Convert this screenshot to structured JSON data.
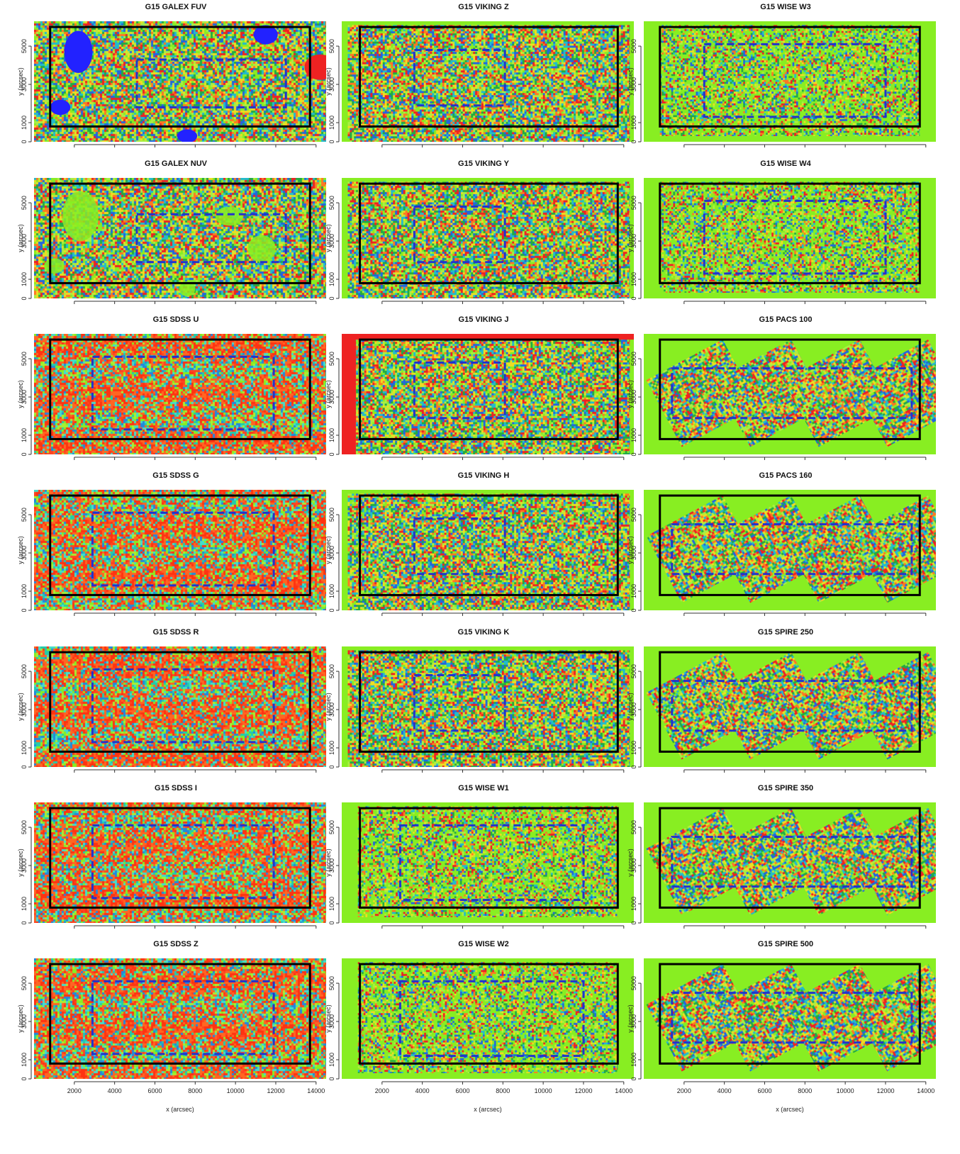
{
  "figure": {
    "colors": {
      "footprint": "#000000",
      "inner_region": "#2233cc",
      "background_fill": "#88ee22"
    },
    "xlabel": "x (arcsec)",
    "ylabel": "y (arcsec)",
    "x_ticks": [
      2000,
      4000,
      6000,
      8000,
      10000,
      12000,
      14000
    ],
    "y_ticks": [
      0,
      1000,
      3000,
      5000
    ]
  },
  "chart_data": [
    {
      "type": "heatmap",
      "title": "G15 GALEX FUV",
      "style": "galex_fuv",
      "xlim": [
        0,
        14500
      ],
      "ylim": [
        0,
        6300
      ],
      "footprint_rect": {
        "x": [
          800,
          13700
        ],
        "y": [
          800,
          6000
        ]
      },
      "inner_rect": {
        "x": [
          5100,
          12500
        ],
        "y": [
          1800,
          4300
        ]
      }
    },
    {
      "type": "heatmap",
      "title": "G15 GALEX NUV",
      "style": "galex_nuv",
      "xlim": [
        0,
        14500
      ],
      "ylim": [
        0,
        6300
      ],
      "footprint_rect": {
        "x": [
          800,
          13700
        ],
        "y": [
          800,
          6000
        ]
      },
      "inner_rect": {
        "x": [
          5100,
          12500
        ],
        "y": [
          1900,
          4400
        ]
      }
    },
    {
      "type": "heatmap",
      "title": "G15 SDSS U",
      "style": "sdss",
      "xlim": [
        0,
        14500
      ],
      "ylim": [
        0,
        6300
      ],
      "footprint_rect": {
        "x": [
          800,
          13700
        ],
        "y": [
          800,
          6000
        ]
      },
      "inner_rect": {
        "x": [
          2900,
          11900
        ],
        "y": [
          1300,
          5100
        ]
      }
    },
    {
      "type": "heatmap",
      "title": "G15 SDSS G",
      "style": "sdss",
      "xlim": [
        0,
        14500
      ],
      "ylim": [
        0,
        6300
      ],
      "footprint_rect": {
        "x": [
          800,
          13700
        ],
        "y": [
          800,
          6000
        ]
      },
      "inner_rect": {
        "x": [
          2900,
          11900
        ],
        "y": [
          1300,
          5100
        ]
      }
    },
    {
      "type": "heatmap",
      "title": "G15 SDSS R",
      "style": "sdss",
      "xlim": [
        0,
        14500
      ],
      "ylim": [
        0,
        6300
      ],
      "footprint_rect": {
        "x": [
          800,
          13700
        ],
        "y": [
          800,
          6000
        ]
      },
      "inner_rect": {
        "x": [
          2900,
          11900
        ],
        "y": [
          1300,
          5100
        ]
      }
    },
    {
      "type": "heatmap",
      "title": "G15 SDSS I",
      "style": "sdss",
      "xlim": [
        0,
        14500
      ],
      "ylim": [
        0,
        6300
      ],
      "footprint_rect": {
        "x": [
          800,
          13700
        ],
        "y": [
          800,
          6000
        ]
      },
      "inner_rect": {
        "x": [
          2900,
          11900
        ],
        "y": [
          1300,
          5100
        ]
      }
    },
    {
      "type": "heatmap",
      "title": "G15 SDSS Z",
      "style": "sdss",
      "xlim": [
        0,
        14500
      ],
      "ylim": [
        0,
        6300
      ],
      "footprint_rect": {
        "x": [
          800,
          13700
        ],
        "y": [
          800,
          6000
        ]
      },
      "inner_rect": {
        "x": [
          2900,
          11900
        ],
        "y": [
          1300,
          5100
        ]
      }
    },
    {
      "type": "heatmap",
      "title": "G15 VIKING Z",
      "style": "viking",
      "xlim": [
        0,
        14500
      ],
      "ylim": [
        0,
        6300
      ],
      "footprint_rect": {
        "x": [
          900,
          13700
        ],
        "y": [
          800,
          6000
        ]
      },
      "inner_rect": {
        "x": [
          3600,
          8100
        ],
        "y": [
          1900,
          4800
        ]
      }
    },
    {
      "type": "heatmap",
      "title": "G15 VIKING Y",
      "style": "viking",
      "xlim": [
        0,
        14500
      ],
      "ylim": [
        0,
        6300
      ],
      "footprint_rect": {
        "x": [
          900,
          13700
        ],
        "y": [
          800,
          6000
        ]
      },
      "inner_rect": {
        "x": [
          3600,
          8100
        ],
        "y": [
          1900,
          4800
        ]
      }
    },
    {
      "type": "heatmap",
      "title": "G15 VIKING J",
      "style": "viking_j",
      "xlim": [
        0,
        14500
      ],
      "ylim": [
        0,
        6300
      ],
      "footprint_rect": {
        "x": [
          900,
          13700
        ],
        "y": [
          800,
          6000
        ]
      },
      "inner_rect": {
        "x": [
          3600,
          8100
        ],
        "y": [
          1900,
          4800
        ]
      }
    },
    {
      "type": "heatmap",
      "title": "G15 VIKING H",
      "style": "viking",
      "xlim": [
        0,
        14500
      ],
      "ylim": [
        0,
        6300
      ],
      "footprint_rect": {
        "x": [
          900,
          13700
        ],
        "y": [
          800,
          6000
        ]
      },
      "inner_rect": {
        "x": [
          3600,
          8100
        ],
        "y": [
          1900,
          4800
        ]
      }
    },
    {
      "type": "heatmap",
      "title": "G15 VIKING K",
      "style": "viking",
      "xlim": [
        0,
        14500
      ],
      "ylim": [
        0,
        6300
      ],
      "footprint_rect": {
        "x": [
          900,
          13700
        ],
        "y": [
          800,
          6000
        ]
      },
      "inner_rect": {
        "x": [
          3600,
          8100
        ],
        "y": [
          1900,
          4800
        ]
      }
    },
    {
      "type": "heatmap",
      "title": "G15 WISE W1",
      "style": "wise",
      "xlim": [
        0,
        14500
      ],
      "ylim": [
        0,
        6300
      ],
      "footprint_rect": {
        "x": [
          900,
          13700
        ],
        "y": [
          800,
          6000
        ]
      },
      "inner_rect": {
        "x": [
          2900,
          12000
        ],
        "y": [
          1200,
          5100
        ]
      }
    },
    {
      "type": "heatmap",
      "title": "G15 WISE W2",
      "style": "wise",
      "xlim": [
        0,
        14500
      ],
      "ylim": [
        0,
        6300
      ],
      "footprint_rect": {
        "x": [
          900,
          13700
        ],
        "y": [
          800,
          6000
        ]
      },
      "inner_rect": {
        "x": [
          2900,
          12000
        ],
        "y": [
          1200,
          5100
        ]
      }
    },
    {
      "type": "heatmap",
      "title": "G15 WISE W3",
      "style": "wise",
      "xlim": [
        0,
        14500
      ],
      "ylim": [
        0,
        6300
      ],
      "footprint_rect": {
        "x": [
          800,
          13700
        ],
        "y": [
          800,
          6000
        ]
      },
      "inner_rect": {
        "x": [
          3000,
          12000
        ],
        "y": [
          1300,
          5100
        ]
      }
    },
    {
      "type": "heatmap",
      "title": "G15 WISE W4",
      "style": "wise",
      "xlim": [
        0,
        14500
      ],
      "ylim": [
        0,
        6300
      ],
      "footprint_rect": {
        "x": [
          800,
          13700
        ],
        "y": [
          800,
          6000
        ]
      },
      "inner_rect": {
        "x": [
          3000,
          12000
        ],
        "y": [
          1300,
          5100
        ]
      }
    },
    {
      "type": "heatmap",
      "title": "G15 PACS 100",
      "style": "herschel",
      "xlim": [
        0,
        14500
      ],
      "ylim": [
        0,
        6300
      ],
      "footprint_rect": {
        "x": [
          800,
          13700
        ],
        "y": [
          800,
          6000
        ]
      },
      "inner_rect": {
        "x": [
          1400,
          13300
        ],
        "y": [
          1900,
          4500
        ]
      }
    },
    {
      "type": "heatmap",
      "title": "G15 PACS 160",
      "style": "herschel",
      "xlim": [
        0,
        14500
      ],
      "ylim": [
        0,
        6300
      ],
      "footprint_rect": {
        "x": [
          800,
          13700
        ],
        "y": [
          800,
          6000
        ]
      },
      "inner_rect": {
        "x": [
          1400,
          13300
        ],
        "y": [
          1900,
          4500
        ]
      }
    },
    {
      "type": "heatmap",
      "title": "G15 SPIRE 250",
      "style": "herschel",
      "xlim": [
        0,
        14500
      ],
      "ylim": [
        0,
        6300
      ],
      "footprint_rect": {
        "x": [
          800,
          13700
        ],
        "y": [
          800,
          6000
        ]
      },
      "inner_rect": {
        "x": [
          1400,
          13300
        ],
        "y": [
          1900,
          4500
        ]
      }
    },
    {
      "type": "heatmap",
      "title": "G15 SPIRE 350",
      "style": "herschel",
      "xlim": [
        0,
        14500
      ],
      "ylim": [
        0,
        6300
      ],
      "footprint_rect": {
        "x": [
          800,
          13700
        ],
        "y": [
          800,
          6000
        ]
      },
      "inner_rect": {
        "x": [
          1400,
          13300
        ],
        "y": [
          1900,
          4500
        ]
      }
    },
    {
      "type": "heatmap",
      "title": "G15 SPIRE 500",
      "style": "herschel",
      "xlim": [
        0,
        14500
      ],
      "ylim": [
        0,
        6300
      ],
      "footprint_rect": {
        "x": [
          800,
          13700
        ],
        "y": [
          800,
          6000
        ]
      },
      "inner_rect": {
        "x": [
          1400,
          13300
        ],
        "y": [
          1900,
          4500
        ]
      }
    }
  ]
}
